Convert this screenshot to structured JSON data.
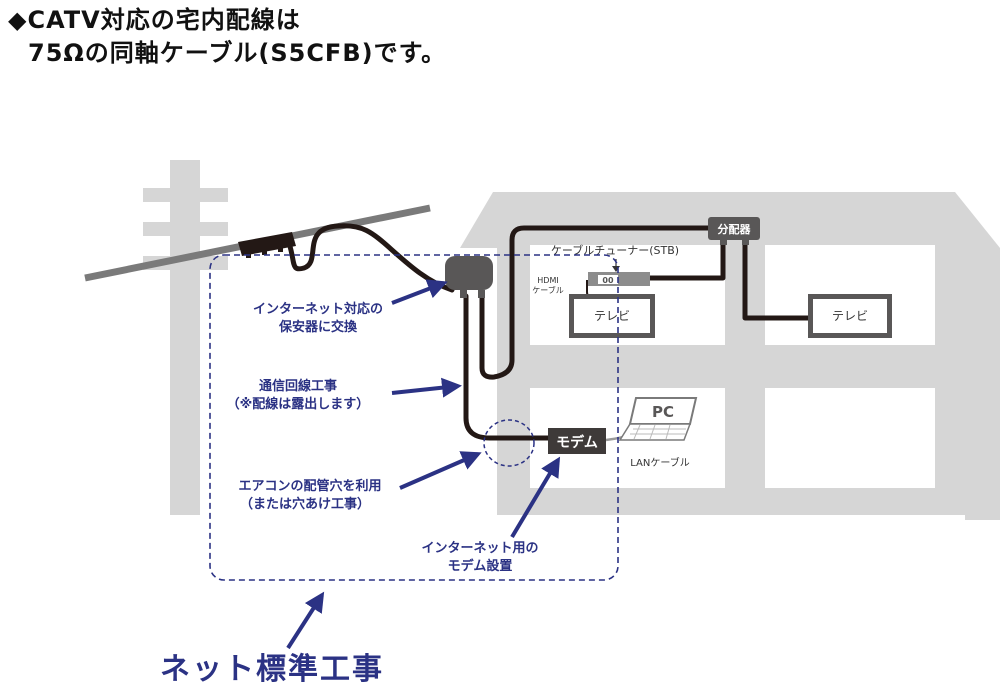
{
  "heading": {
    "line1": "◆CATV対応の宅内配線は",
    "line2": "75Ωの同軸ケーブル(S5CFB)です。"
  },
  "colors": {
    "navy": "#2b3284",
    "cable": "#231815",
    "structure": "#d6d6d6",
    "device": "#595757",
    "text": "#111111"
  },
  "labels": {
    "splitter": "分配器",
    "stb": "ケーブルチューナー(STB)",
    "hdmi_line1": "HDMI",
    "hdmi_line2": "ケーブル",
    "tv_left": "テレビ",
    "tv_right": "テレビ",
    "pc": "PC",
    "lan": "LANケーブル",
    "modem": "モデム",
    "stb_display": "00"
  },
  "callouts": {
    "protector_line1": "インターネット対応の",
    "protector_line2": "保安器に交換",
    "line_work_line1": "通信回線工事",
    "line_work_line2": "（※配線は露出します）",
    "aircon_line1": "エアコンの配管穴を利用",
    "aircon_line2": "（または穴あけ工事）",
    "modem_setup_line1": "インターネット用の",
    "modem_setup_line2": "モデム設置"
  },
  "footer": {
    "scope": "ネット標準工事"
  }
}
